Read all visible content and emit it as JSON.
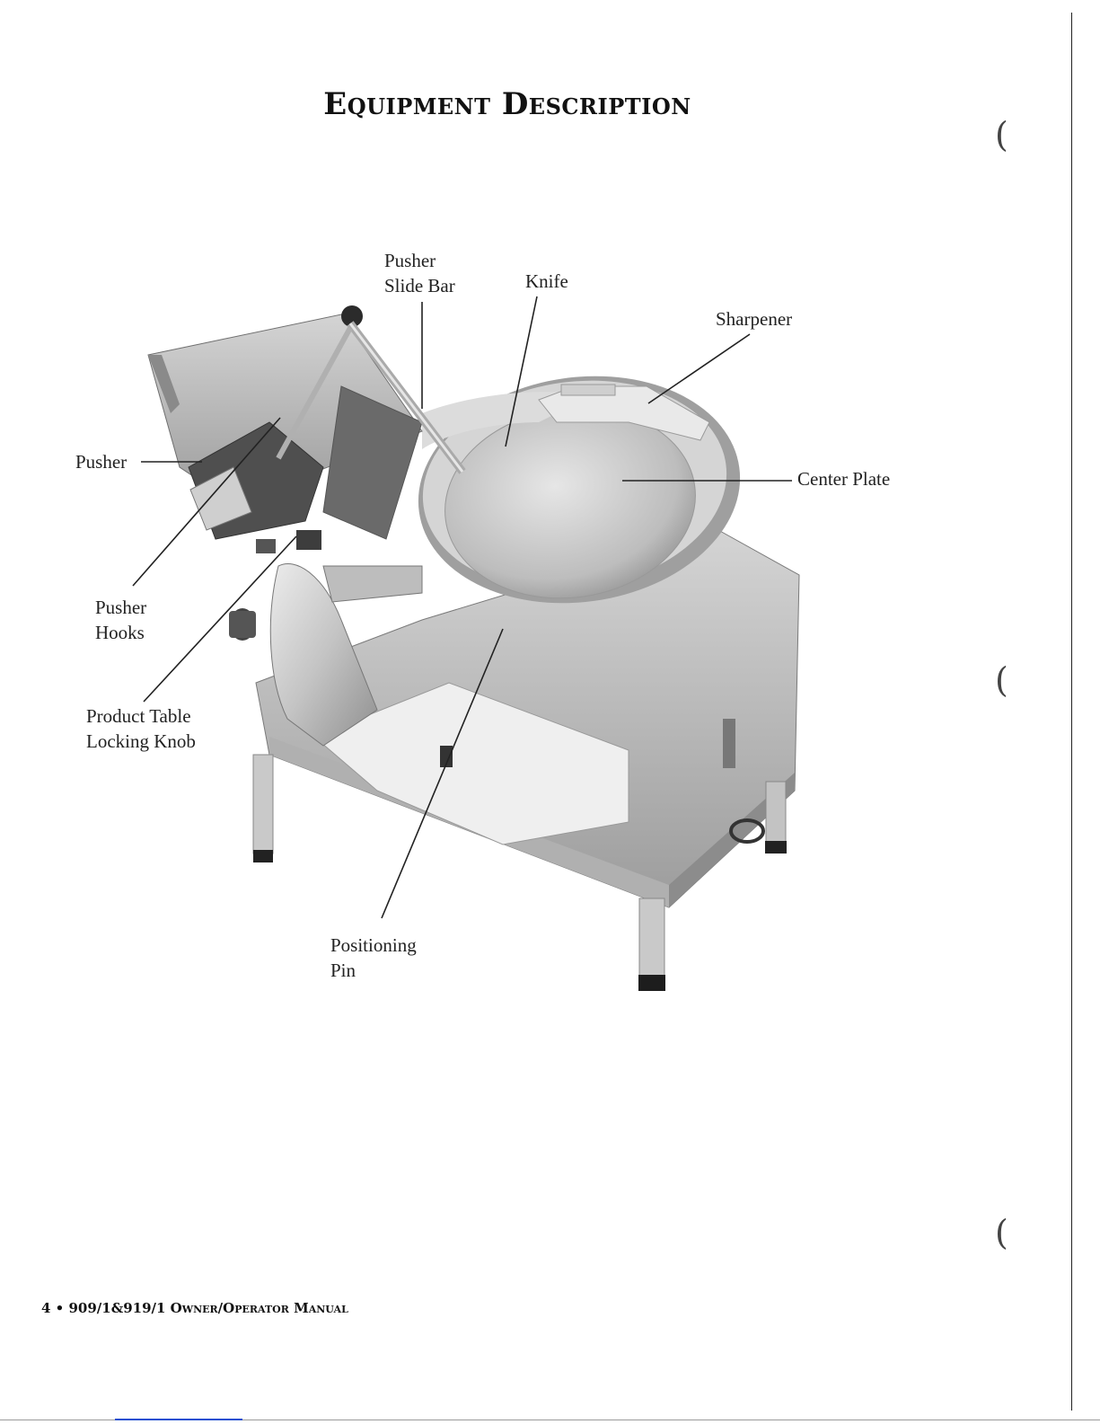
{
  "page": {
    "title": "Equipment Description",
    "footer": "4 • 909/1&919/1 Owner/Operator Manual"
  },
  "labels": {
    "pusher_slide_bar": [
      "Pusher",
      "Slide Bar"
    ],
    "knife": "Knife",
    "sharpener": "Sharpener",
    "center_plate": "Center Plate",
    "pusher": "Pusher",
    "pusher_hooks": [
      "Pusher",
      "Hooks"
    ],
    "product_table_locking_knob": [
      "Product Table",
      "Locking Knob"
    ],
    "positioning_pin": [
      "Positioning",
      "Pin"
    ]
  },
  "margin_marks": [
    "(",
    "(",
    "("
  ],
  "colors": {
    "text": "#1a1a1a",
    "metal_light": "#d9d9d9",
    "metal_mid": "#b5b5b5",
    "metal_dark": "#6e6e6e",
    "feet": "#202020"
  }
}
